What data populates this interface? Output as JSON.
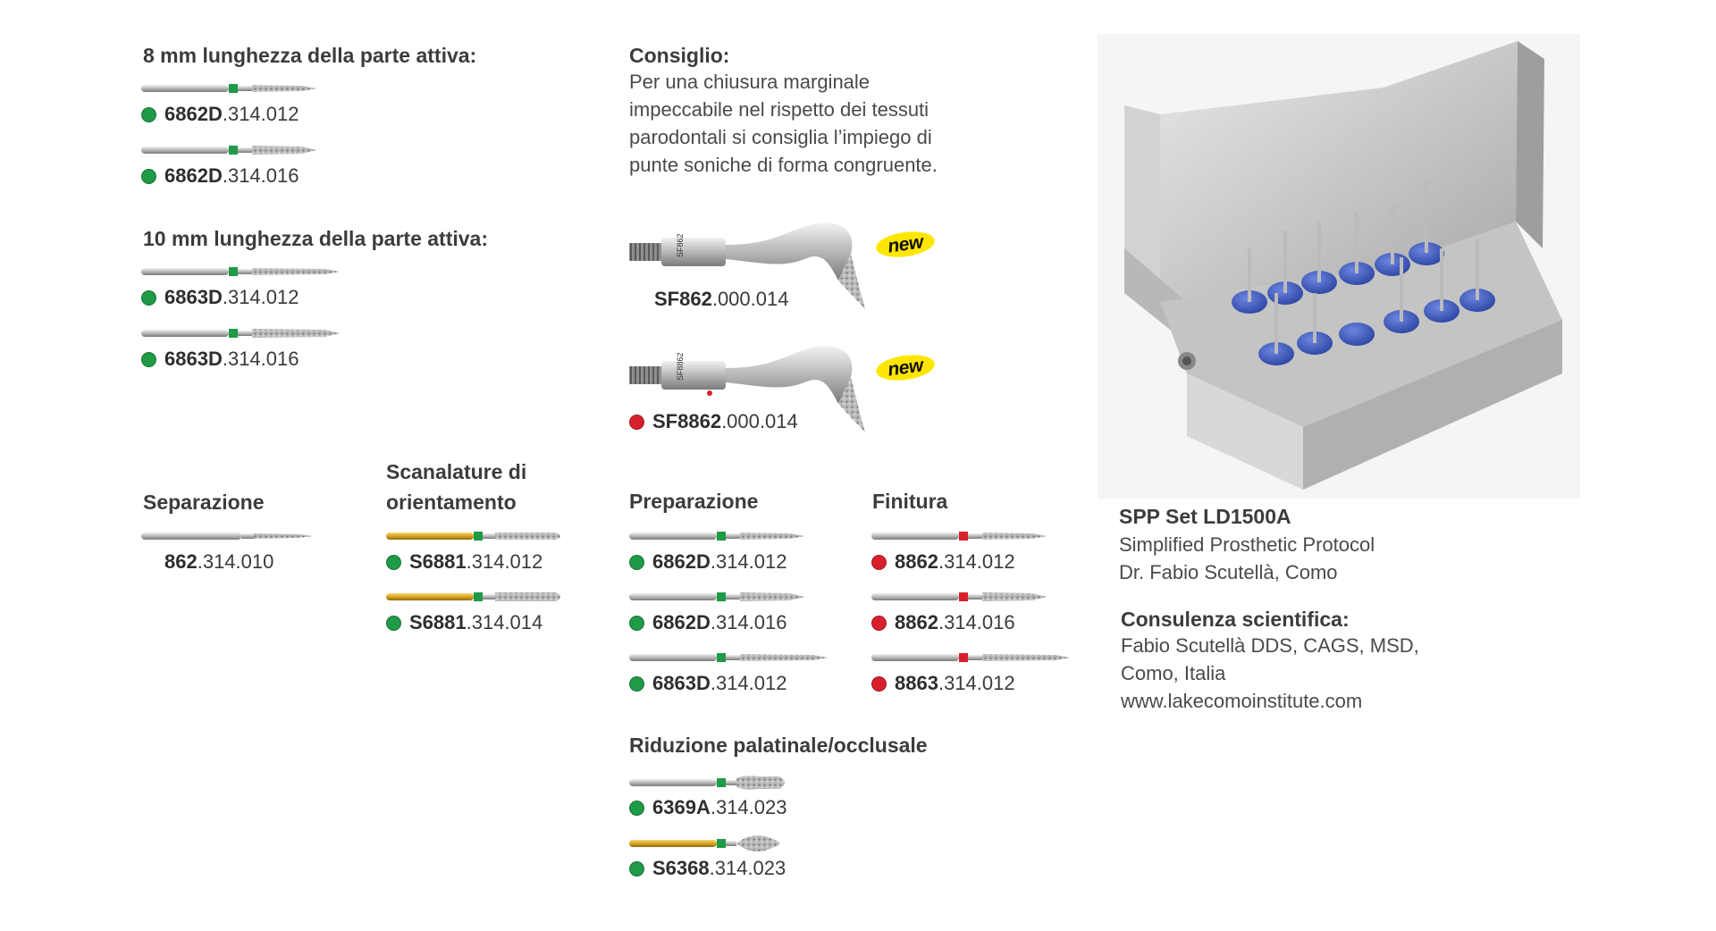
{
  "section8": {
    "title": "8 mm lunghezza della parte attiva:",
    "items": [
      {
        "bold": "6862D",
        "rest": ".314.012",
        "dot": "green"
      },
      {
        "bold": "6862D",
        "rest": ".314.016",
        "dot": "green"
      }
    ]
  },
  "section10": {
    "title": "10 mm lunghezza della parte attiva:",
    "items": [
      {
        "bold": "6863D",
        "rest": ".314.012",
        "dot": "green"
      },
      {
        "bold": "6863D",
        "rest": ".314.016",
        "dot": "green"
      }
    ]
  },
  "consiglio": {
    "title": "Consiglio:",
    "lines": [
      "Per una chiusura marginale",
      "impeccabile nel rispetto dei tessuti",
      "parodontali si consiglia l’impiego di",
      "punte soniche di forma congruente."
    ]
  },
  "sonic": {
    "badge": "new",
    "tip_label_1": "SF862",
    "tip_label_2": "SF8862",
    "items": [
      {
        "bold": "SF862",
        "rest": ".000.014",
        "dot": "none"
      },
      {
        "bold": "SF8862",
        "rest": ".000.014",
        "dot": "red"
      }
    ]
  },
  "separazione": {
    "title": "Separazione",
    "items": [
      {
        "bold": "862",
        "rest": ".314.010",
        "dot": "none"
      }
    ]
  },
  "scanalature": {
    "title_1": "Scanalature di",
    "title_2": "orientamento",
    "items": [
      {
        "bold": "S6881",
        "rest": ".314.012",
        "dot": "green"
      },
      {
        "bold": "S6881",
        "rest": ".314.014",
        "dot": "green"
      }
    ]
  },
  "preparazione": {
    "title": "Preparazione",
    "items": [
      {
        "bold": "6862D",
        "rest": ".314.012",
        "dot": "green"
      },
      {
        "bold": "6862D",
        "rest": ".314.016",
        "dot": "green"
      },
      {
        "bold": "6863D",
        "rest": ".314.012",
        "dot": "green"
      }
    ]
  },
  "finitura": {
    "title": "Finitura",
    "items": [
      {
        "bold": "8862",
        "rest": ".314.012",
        "dot": "red"
      },
      {
        "bold": "8862",
        "rest": ".314.016",
        "dot": "red"
      },
      {
        "bold": "8863",
        "rest": ".314.012",
        "dot": "red"
      }
    ]
  },
  "riduzione": {
    "title": "Riduzione palatinale/occlusale",
    "items": [
      {
        "bold": "6369A",
        "rest": ".314.023",
        "dot": "green"
      },
      {
        "bold": "S6368",
        "rest": ".314.023",
        "dot": "green"
      }
    ]
  },
  "set": {
    "title": "SPP Set LD1500A",
    "line1": "Simplified Prosthetic Protocol",
    "line2": "Dr. Fabio Scutellà, Como"
  },
  "consulenza": {
    "title": "Consulenza scientifica:",
    "line1": "Fabio Scutellà DDS, CAGS, MSD,",
    "line2": "Como, Italia",
    "line3": "www.lakecomoinstitute.com"
  },
  "colors": {
    "green": "#1f9a47",
    "red": "#d8202c",
    "gold": "#d9a520",
    "badge": "#ffe600",
    "block": "#3c5bb8"
  }
}
